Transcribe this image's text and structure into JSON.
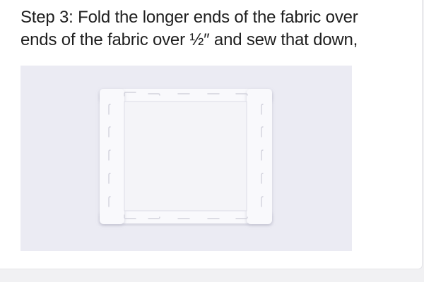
{
  "step": {
    "lines": [
      "Step 3: Fold the longer ends of the fabric over",
      "ends of the fabric over ½″ and sew that down,"
    ]
  },
  "illustration": {
    "subject": "folded fabric rectangle with stitch marks",
    "colors": {
      "panel_background": "#ebebf3",
      "fabric": "#f9f9fc",
      "stitch": "#d2d2dc"
    }
  }
}
